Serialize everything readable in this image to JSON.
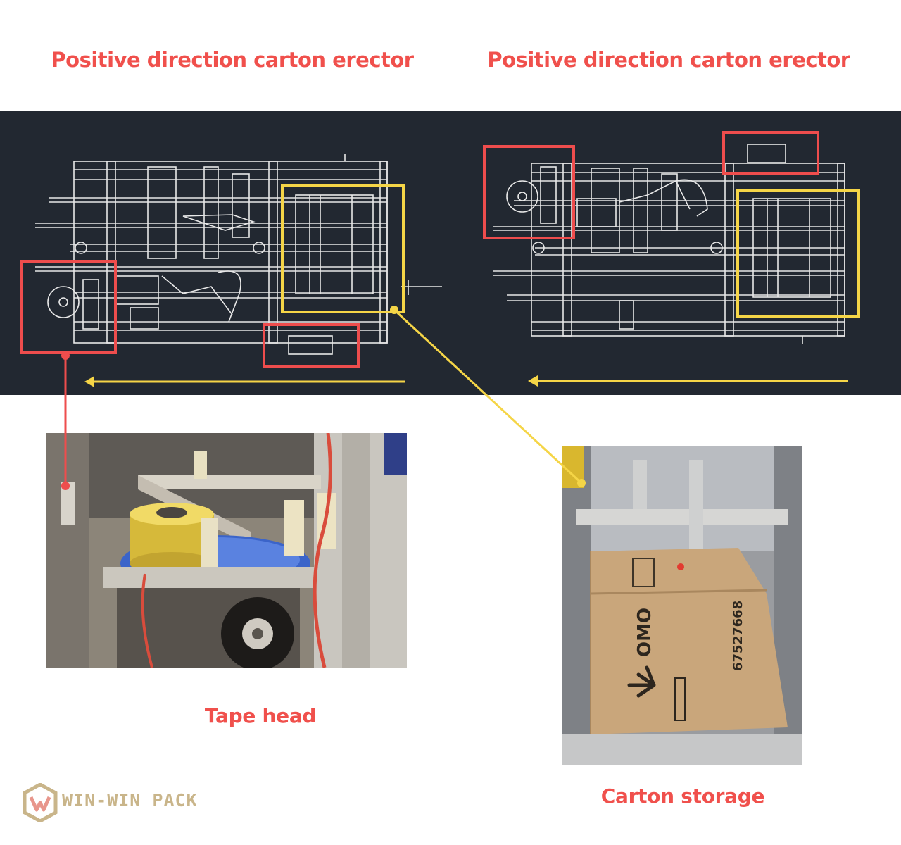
{
  "titles": {
    "left": "Positive direction carton erector",
    "right": "Positive direction carton erector"
  },
  "captions": {
    "tape_head": "Tape head",
    "carton_storage": "Carton storage"
  },
  "photo_text": {
    "brand": "OMO",
    "phone": "67527668"
  },
  "logo": {
    "text": "WIN-WIN PACK"
  },
  "colors": {
    "title_red": "#f0504c",
    "highlight_red": "#ee4d4d",
    "highlight_yellow": "#f5d547",
    "band_background": "#222831",
    "drawing_lines": "#e8e8e8",
    "logo_gold": "#c9b58a",
    "logo_pink": "#e8968c"
  }
}
